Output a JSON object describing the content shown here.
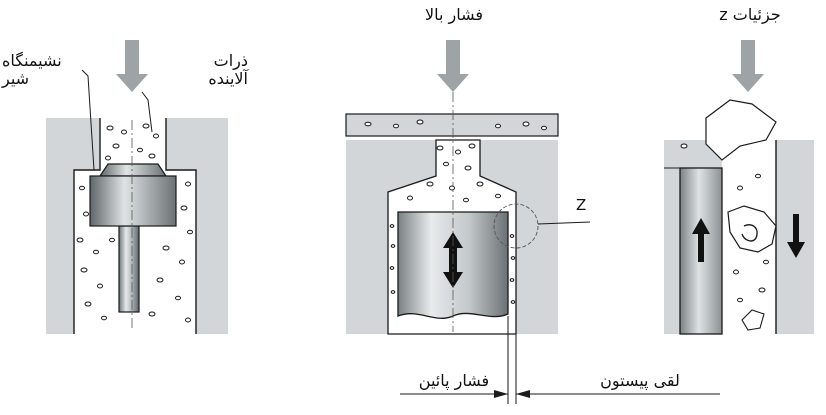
{
  "labels": {
    "contaminant_particles": [
      "ذرات",
      "آلاینده"
    ],
    "valve_seat": [
      "نشیمنگاه",
      "شیر"
    ],
    "high_pressure": "فشار بالا",
    "z_details": "جزئیات z",
    "z_marker": "Z",
    "low_pressure": "فشار پائین",
    "piston_clearance": "لقی پیستون"
  },
  "colors": {
    "housing_fill": "#d3d6d8",
    "channel_fill": "#ffffff",
    "metal_dark": "#6f7679",
    "metal_light": "#e6e9ea",
    "arrow_fill": "#9ea3a6",
    "outline": "#1a1a1a"
  },
  "icons": {
    "flow_arrow": "down-arrow",
    "piston_motion": "double-headed-vertical-arrow"
  }
}
